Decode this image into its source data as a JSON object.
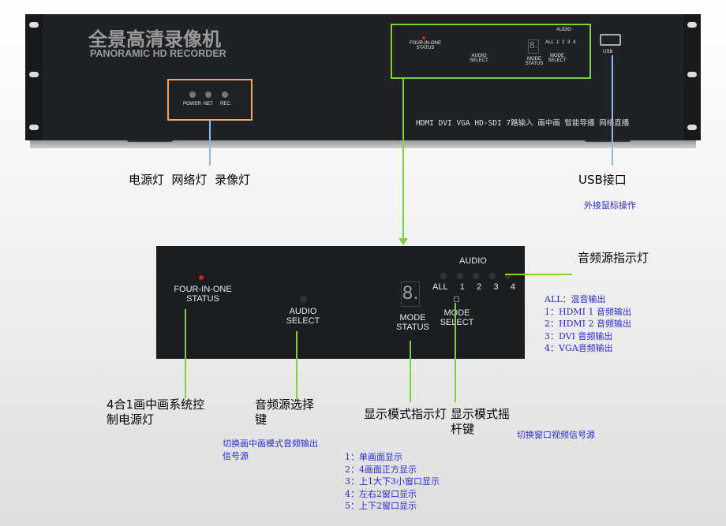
{
  "device": {
    "title_cn": "全景高清录像机",
    "title_en": "PANORAMIC HD RECORDER",
    "leds": [
      "POWER",
      "NET",
      "REC"
    ],
    "four_in_one": "FOUR-IN-ONE STATUS",
    "audio_select": "AUDIO SELECT",
    "seg_digit": "8.",
    "mode_status": "MODE STATUS",
    "mode_select": "MODE SELECT",
    "audio": "AUDIO",
    "audio_channels": [
      "ALL",
      "1",
      "2",
      "3",
      "4"
    ],
    "usb": "USB",
    "features": "HDMI DVI VGA HD-SDI 7路输入 画中画 智能导播 网络直播"
  },
  "callouts": {
    "indicator_lights": "电源灯  网络灯  录像灯",
    "usb_port": "USB接口",
    "usb_desc": "外接鼠标操作",
    "audio_source_light": "音频源指示灯",
    "audio_legend": [
      "ALL：混音输出",
      "1：HDMI 1 音频输出",
      "2：HDMI 2 音频输出",
      "3：DVI 音频输出",
      "4：VGA音频输出"
    ],
    "pip_power": "4合1画中画系统控制电源灯",
    "audio_key": "音频源选择键",
    "audio_key_desc": "切换画中画模式音频输出信号源",
    "mode_light": "显示模式指示灯",
    "mode_legend": [
      "1：单画面显示",
      "2：4画面正方显示",
      "3：上1大下3小窗口显示",
      "4：左右2窗口显示",
      "5：上下2窗口显示"
    ],
    "joystick": "显示模式摇杆键",
    "joystick_desc": "切换窗口视频信号源"
  },
  "colors": {
    "green": "#7dd13a",
    "orange": "#f0a56a",
    "blue_line": "#8ab8e0",
    "blue_text": "#2b2bd8"
  }
}
